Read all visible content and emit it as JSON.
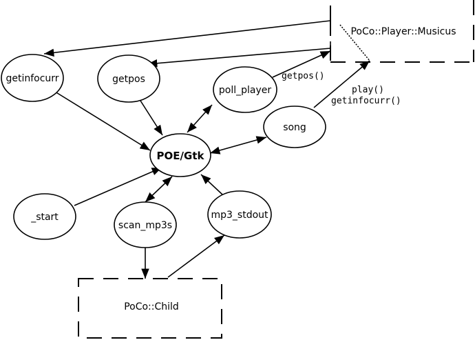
{
  "nodes": {
    "getinfocurr": "getinfocurr",
    "getpos": "getpos",
    "poll_player": "poll_player",
    "song": "song",
    "poe_gtk": "POE/Gtk",
    "start": "_start",
    "scan_mp3s": "scan_mp3s",
    "mp3_stdout": "mp3_stdout"
  },
  "boxes": {
    "player": "PoCo::Player::Musicus",
    "child": "PoCo::Child"
  },
  "edge_labels": {
    "poll_getpos": "getpos()",
    "song_play": "play()",
    "song_getinfocurr": "getinfocurr()"
  }
}
